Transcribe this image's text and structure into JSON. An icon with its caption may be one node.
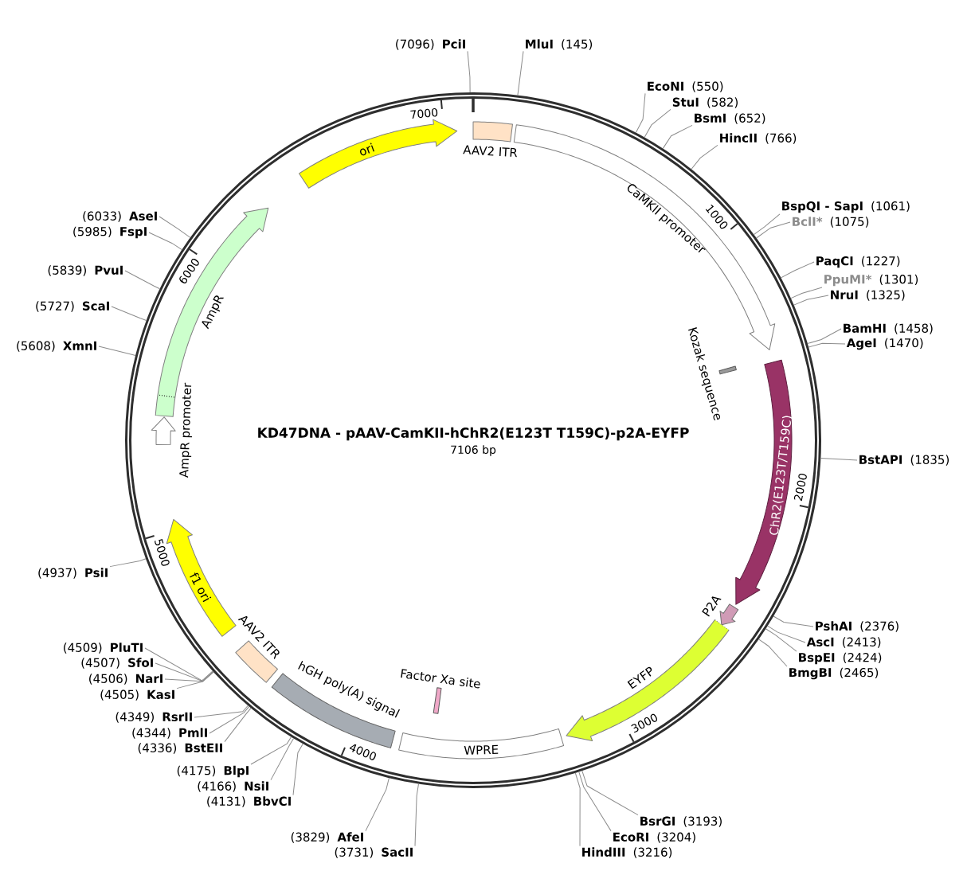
{
  "diagram": {
    "title": "KD47DNA - pAAV-CamKII-hChR2(E123T T159C)-p2A-EYFP",
    "nodes": [
      {
        "text": [
          "ori"
        ]
      },
      {
        "text": [
          "AAV2 ITR"
        ]
      },
      {
        "text": [
          "CaMKII promoter"
        ]
      },
      {
        "text": [
          "Kozak sequence"
        ]
      },
      {
        "text": [
          "ChR2(E123T/T159C)"
        ]
      },
      {
        "text": [
          "P2A"
        ]
      },
      {
        "text": [
          "EYFP"
        ]
      },
      {
        "text": [
          "WPRE"
        ]
      },
      {
        "text": [
          "Factor Xa site"
        ]
      },
      {
        "text": [
          "hGH poly(A) signal"
        ]
      },
      {
        "text": [
          "AAV2 ITR"
        ]
      },
      {
        "text": [
          "f1 ori"
        ]
      },
      {
        "text": [
          "AmpR promoter"
        ]
      },
      {
        "text": [
          "AmpR"
        ]
      },
      {
        "text": [
          "(7096)",
          "PciI"
        ]
      },
      {
        "text": [
          "MluI",
          "(145)"
        ]
      },
      {
        "text": [
          "EcoNI",
          "(550)"
        ]
      },
      {
        "text": [
          "StuI",
          "(582)"
        ]
      },
      {
        "text": [
          "BsmI",
          "(652)"
        ]
      },
      {
        "text": [
          "HincII",
          "(766)"
        ]
      },
      {
        "text": [
          "BspQI - SapI",
          "(1061)"
        ]
      },
      {
        "text": [
          "BclI*",
          "(1075)"
        ]
      },
      {
        "text": [
          "PaqCI",
          "(1227)"
        ]
      },
      {
        "text": [
          "PpuMI*",
          "(1301)"
        ]
      },
      {
        "text": [
          "NruI",
          "(1325)"
        ]
      },
      {
        "text": [
          "BamHI",
          "(1458)"
        ]
      },
      {
        "text": [
          "AgeI",
          "(1470)"
        ]
      },
      {
        "text": [
          "BstAPI",
          "(1835)"
        ]
      },
      {
        "text": [
          "PshAI",
          "(2376)"
        ]
      },
      {
        "text": [
          "AscI",
          "(2413)"
        ]
      },
      {
        "text": [
          "BspEI",
          "(2424)"
        ]
      },
      {
        "text": [
          "BmgBI",
          "(2465)"
        ]
      },
      {
        "text": [
          "BsrGI",
          "(3193)"
        ]
      },
      {
        "text": [
          "EcoRI",
          "(3204)"
        ]
      },
      {
        "text": [
          "HindIII",
          "(3216)"
        ]
      },
      {
        "text": [
          "(3731)",
          "SacII"
        ]
      },
      {
        "text": [
          "(3829)",
          "AfeI"
        ]
      },
      {
        "text": [
          "(4131)",
          "BbvCI"
        ]
      },
      {
        "text": [
          "(4166)",
          "NsiI"
        ]
      },
      {
        "text": [
          "(4175)",
          "BlpI"
        ]
      },
      {
        "text": [
          "(4336)",
          "BstEII"
        ]
      },
      {
        "text": [
          "(4344)",
          "PmlI"
        ]
      },
      {
        "text": [
          "(4349)",
          "RsrII"
        ]
      },
      {
        "text": [
          "(4505)",
          "KasI"
        ]
      },
      {
        "text": [
          "(4506)",
          "NarI"
        ]
      },
      {
        "text": [
          "(4507)",
          "SfoI"
        ]
      },
      {
        "text": [
          "(4509)",
          "PluTI"
        ]
      },
      {
        "text": [
          "(4937)",
          "PsiI"
        ]
      },
      {
        "text": [
          "(5608)",
          "XmnI"
        ]
      },
      {
        "text": [
          "(5727)",
          "ScaI"
        ]
      },
      {
        "text": [
          "(5839)",
          "PvuI"
        ]
      },
      {
        "text": [
          "(5985)",
          "FspI"
        ]
      },
      {
        "text": [
          "(6033)",
          "AseI"
        ]
      }
    ],
    "edges": [
      {
        "from": 14,
        "to": null,
        "arrow": "none"
      },
      {
        "from": 15,
        "to": null,
        "arrow": "none"
      },
      {
        "from": 16,
        "to": null,
        "arrow": "none"
      },
      {
        "from": 17,
        "to": null,
        "arrow": "none"
      },
      {
        "from": 18,
        "to": null,
        "arrow": "none"
      },
      {
        "from": 19,
        "to": null,
        "arrow": "none"
      },
      {
        "from": 20,
        "to": null,
        "arrow": "none"
      },
      {
        "from": 21,
        "to": null,
        "arrow": "none"
      },
      {
        "from": 22,
        "to": null,
        "arrow": "none"
      },
      {
        "from": 23,
        "to": null,
        "arrow": "none"
      },
      {
        "from": 24,
        "to": null,
        "arrow": "none"
      },
      {
        "from": 25,
        "to": null,
        "arrow": "none"
      },
      {
        "from": 26,
        "to": null,
        "arrow": "none"
      },
      {
        "from": 27,
        "to": null,
        "arrow": "none"
      },
      {
        "from": 28,
        "to": null,
        "arrow": "none"
      },
      {
        "from": 29,
        "to": null,
        "arrow": "none"
      },
      {
        "from": 30,
        "to": null,
        "arrow": "none"
      },
      {
        "from": 31,
        "to": null,
        "arrow": "none"
      },
      {
        "from": 32,
        "to": null,
        "arrow": "none"
      },
      {
        "from": 33,
        "to": null,
        "arrow": "none"
      },
      {
        "from": 34,
        "to": null,
        "arrow": "none"
      },
      {
        "from": 35,
        "to": null,
        "arrow": "none"
      },
      {
        "from": 36,
        "to": null,
        "arrow": "none"
      },
      {
        "from": 37,
        "to": null,
        "arrow": "none"
      },
      {
        "from": 38,
        "to": null,
        "arrow": "none"
      },
      {
        "from": 39,
        "to": null,
        "arrow": "none"
      },
      {
        "from": 40,
        "to": null,
        "arrow": "none"
      },
      {
        "from": 41,
        "to": null,
        "arrow": "none"
      },
      {
        "from": 42,
        "to": null,
        "arrow": "none"
      },
      {
        "from": 43,
        "to": null,
        "arrow": "none"
      },
      {
        "from": 44,
        "to": null,
        "arrow": "none"
      },
      {
        "from": 45,
        "to": null,
        "arrow": "none"
      },
      {
        "from": 46,
        "to": null,
        "arrow": "none"
      },
      {
        "from": 47,
        "to": null,
        "arrow": "none"
      },
      {
        "from": 48,
        "to": null,
        "arrow": "none"
      },
      {
        "from": 49,
        "to": null,
        "arrow": "none"
      },
      {
        "from": 50,
        "to": null,
        "arrow": "none"
      },
      {
        "from": 51,
        "to": null,
        "arrow": "none"
      },
      {
        "from": 52,
        "to": null,
        "arrow": "none"
      }
    ],
    "labels": [
      "7000",
      "1000",
      "2000",
      "3000",
      "4000",
      "5000",
      "6000",
      "7106 bp"
    ]
  }
}
